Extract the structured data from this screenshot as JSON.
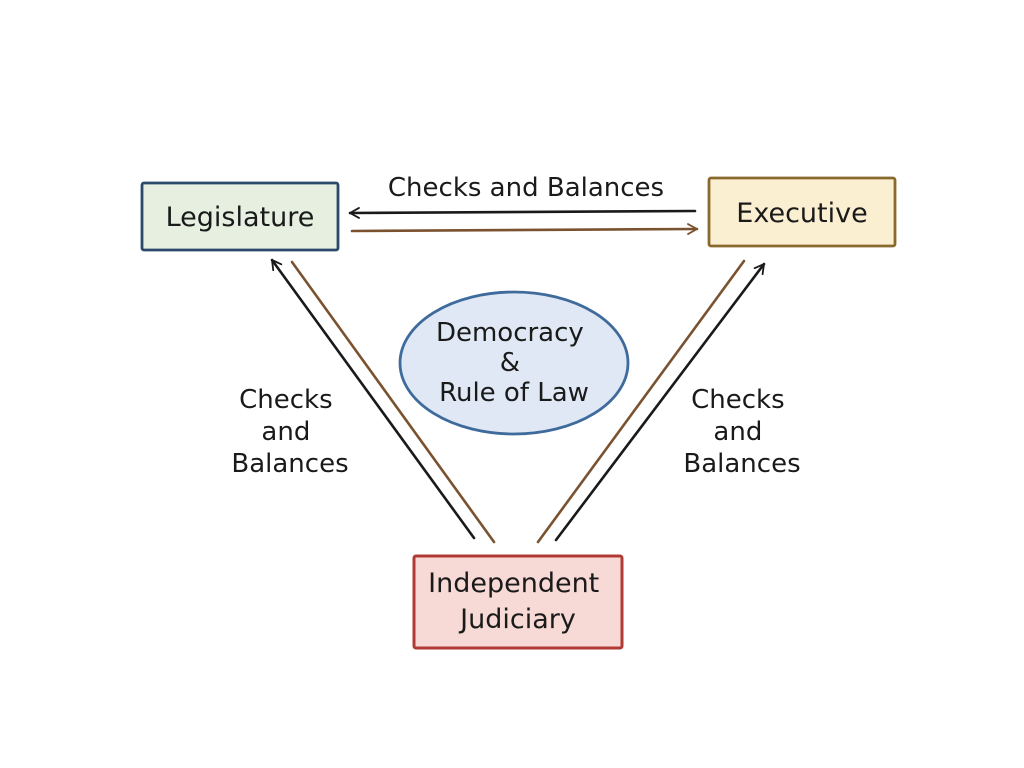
{
  "diagram": {
    "nodes": {
      "legislature": {
        "label": "Legislature",
        "fill": "#e6efe0",
        "stroke": "#2b4a6b"
      },
      "executive": {
        "label": "Executive",
        "fill": "#fbefd2",
        "stroke": "#8a6a2c"
      },
      "judiciary": {
        "lines": [
          "Independent",
          "Judiciary"
        ],
        "fill": "#f7d9d6",
        "stroke": "#b23a34"
      },
      "center": {
        "lines": [
          "Democracy",
          "&",
          "Rule of Law"
        ],
        "fill": "#dfe8f4",
        "stroke": "#3f6b9c"
      }
    },
    "edges": {
      "top": {
        "label": "Checks and Balances"
      },
      "left": {
        "lines": [
          "Checks",
          "and",
          "Balances"
        ]
      },
      "right": {
        "lines": [
          "Checks",
          "and",
          "Balances"
        ]
      }
    },
    "colors": {
      "arrow_dark": "#1a1a1a",
      "arrow_brown": "#7a5230"
    }
  }
}
